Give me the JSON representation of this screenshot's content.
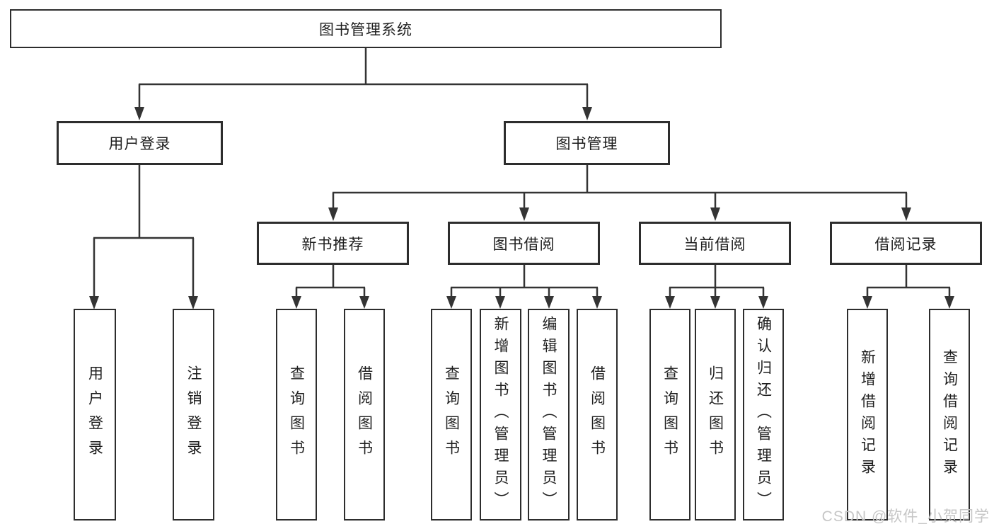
{
  "diagram": {
    "root": {
      "label": "图书管理系统"
    },
    "level2": [
      {
        "label": "用户登录"
      },
      {
        "label": "图书管理"
      }
    ],
    "level3": [
      {
        "label": "新书推荐"
      },
      {
        "label": "图书借阅"
      },
      {
        "label": "当前借阅"
      },
      {
        "label": "借阅记录"
      }
    ],
    "leaves": {
      "user_login": [
        "用户登录",
        "注销登录"
      ],
      "new_book": [
        "查询图书",
        "借阅图书"
      ],
      "book_borrow": [
        "查询图书",
        "新增图书（管理员）",
        "编辑图书（管理员）",
        "借阅图书"
      ],
      "current_borrow": [
        "查询图书",
        "归还图书",
        "确认归还（管理员）"
      ],
      "borrow_record": [
        "新增借阅记录",
        "查询借阅记录"
      ]
    }
  },
  "watermark": "CSDN @软件_小贺同学",
  "colors": {
    "line": "#343434",
    "border": "#2d2d2d",
    "text": "#1e1e1e",
    "watermark": "#c6c6c6",
    "background": "#ffffff"
  }
}
